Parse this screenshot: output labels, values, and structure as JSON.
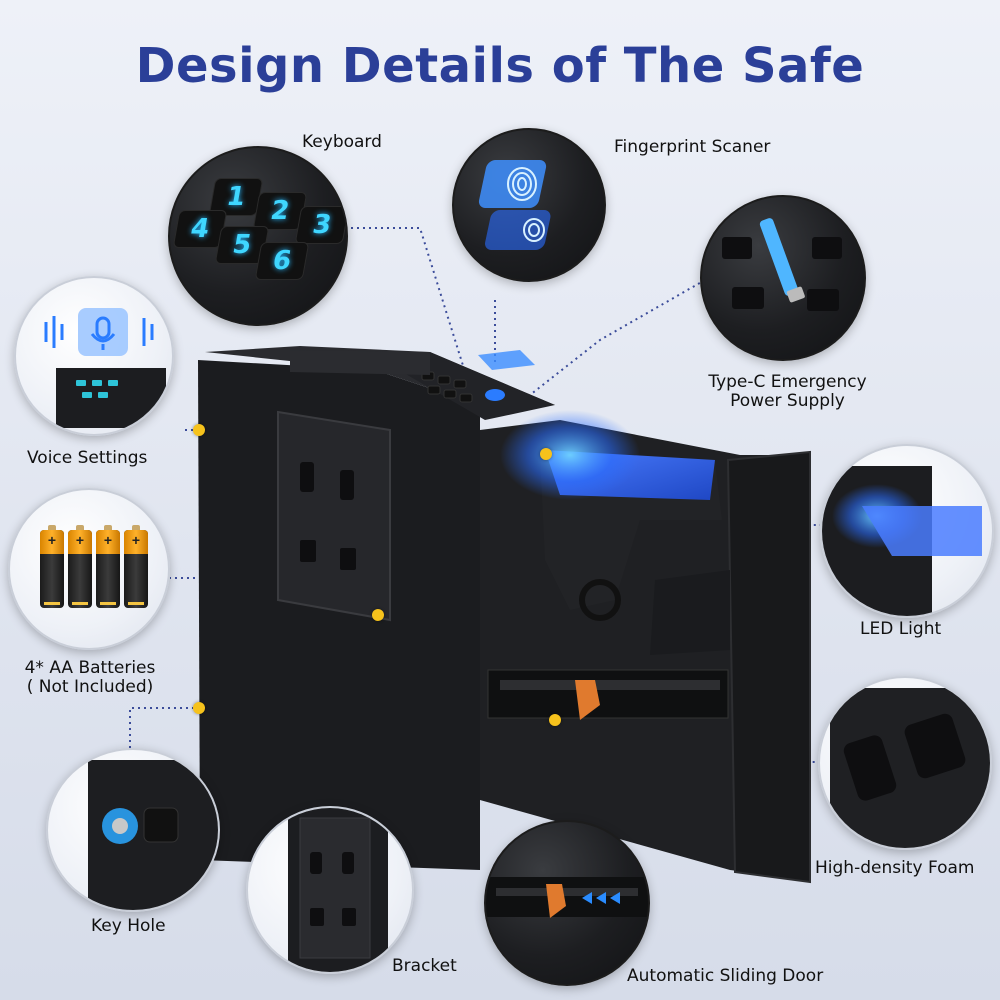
{
  "title": "Design Details of The Safe",
  "labels": {
    "keyboard": "Keyboard",
    "fingerprint": "Fingerprint Scaner",
    "typec_line1": "Type-C Emergency",
    "typec_line2": "Power Supply",
    "voice": "Voice Settings",
    "batteries_line1": "4* AA Batteries",
    "batteries_line2": "( Not Included)",
    "led": "LED Light",
    "foam": "High-density Foam",
    "keyhole": "Key Hole",
    "bracket": "Bracket",
    "sliding": "Automatic Sliding Door"
  },
  "keypad": [
    "1",
    "2",
    "3",
    "4",
    "5",
    "6"
  ],
  "battery_sign": "+",
  "colors": {
    "title": "#2b3f98",
    "accent_dot": "#f6c21c",
    "glow": "#2aa8ff",
    "safe_body": "#1e1f22"
  }
}
